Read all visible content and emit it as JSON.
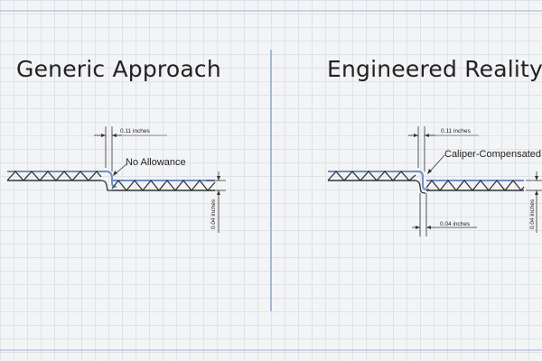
{
  "left_panel": {
    "title": "Generic Approach",
    "gap_dimension": "0.11 inches",
    "callout": "No Allowance",
    "thickness_dimension": "0.04 inches"
  },
  "right_panel": {
    "title": "Engineered Reality",
    "gap_dimension": "0.11 inches",
    "callout": "Caliper-Compensated",
    "offset_dimension": "0.04 inches",
    "thickness_dimension": "0.04 inches"
  },
  "colors": {
    "liner": "#6f8fc4",
    "flute": "#333333",
    "divider": "#8fa6cf",
    "dimension": "#333333"
  }
}
